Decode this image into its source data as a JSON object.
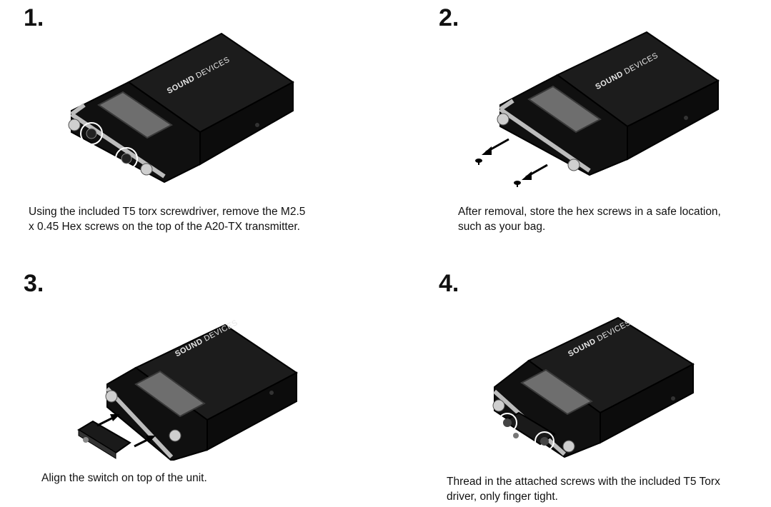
{
  "steps": [
    {
      "number": "1.",
      "caption_lines": [
        "Using the included T5 torx screwdriver, remove the M2.5",
        "x 0.45 Hex screws on the top of the A20-TX transmitter."
      ]
    },
    {
      "number": "2.",
      "caption_lines": [
        "After removal, store the hex screws in a safe location,",
        "such as your bag."
      ]
    },
    {
      "number": "3.",
      "caption_lines": [
        "Align the switch on top of the unit."
      ]
    },
    {
      "number": "4.",
      "caption_lines": [
        "Thread in the attached screws with the included T5 Torx",
        "driver, only finger tight."
      ]
    }
  ],
  "device_logo": {
    "sound": "SOUND",
    "devices": "DEVICES"
  }
}
